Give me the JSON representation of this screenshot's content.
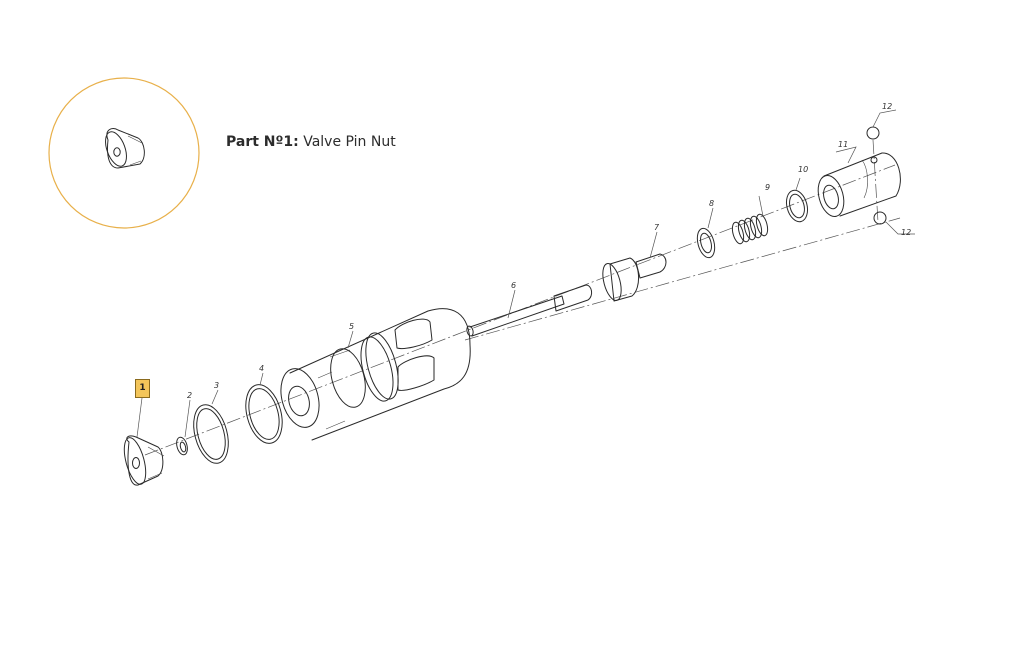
{
  "selected_part": {
    "prefix": "Part Nº1:",
    "name": "Valve Pin Nut",
    "badge_number": "1",
    "highlight_color": "#e8b04a"
  },
  "callouts": {
    "c2": "2",
    "c3": "3",
    "c4": "4",
    "c5": "5",
    "c6": "6",
    "c7": "7",
    "c8": "8",
    "c9": "9",
    "c10": "10",
    "c11": "11",
    "c12a": "12",
    "c12b": "12"
  }
}
